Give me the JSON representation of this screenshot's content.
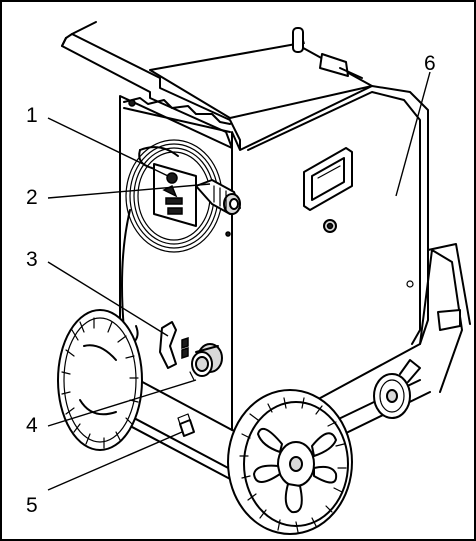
{
  "callouts": [
    {
      "id": "1",
      "label": "1"
    },
    {
      "id": "2",
      "label": "2"
    },
    {
      "id": "3",
      "label": "3"
    },
    {
      "id": "4",
      "label": "4"
    },
    {
      "id": "5",
      "label": "5"
    },
    {
      "id": "6",
      "label": "6"
    }
  ],
  "colors": {
    "line": "#000000",
    "background": "#ffffff",
    "frame": "#000000"
  }
}
